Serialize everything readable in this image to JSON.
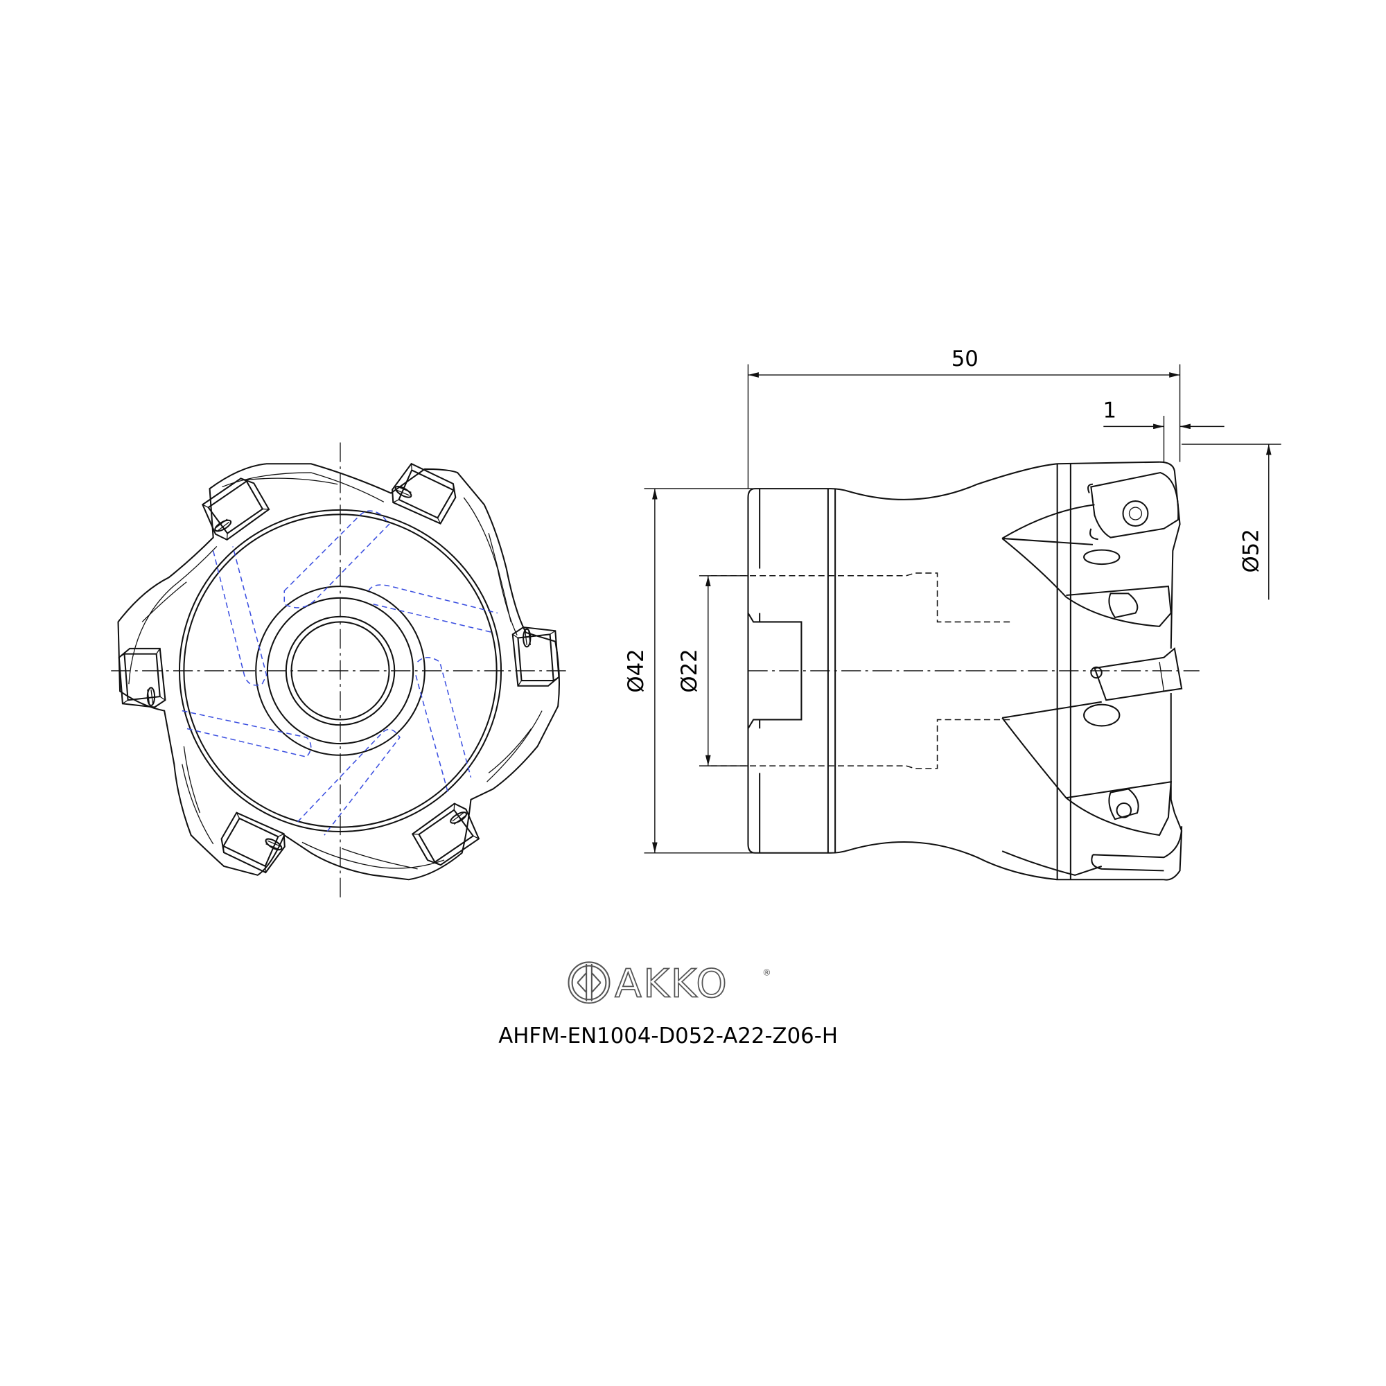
{
  "dimensions": {
    "length": "50",
    "offset": "1",
    "cutting_diameter": "Ø52",
    "body_diameter": "Ø42",
    "bore_diameter": "Ø22"
  },
  "brand": {
    "name": "AKKO",
    "registered_mark": "®"
  },
  "part_number": "AHFM-EN1004-D052-A22-Z06-H",
  "colors": {
    "line": "#111111",
    "hidden_blue": "#3b4fe0",
    "logo": "#555555"
  }
}
